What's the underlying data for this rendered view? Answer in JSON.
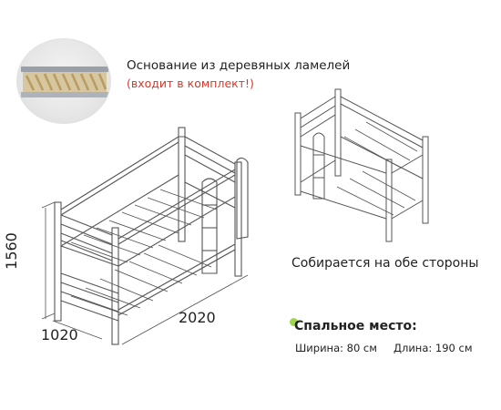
{
  "slats": {
    "line1": "Основание из деревяных ламелей",
    "line2": "(входит в комплект!)"
  },
  "reversible": "Собирается на обе стороны",
  "sleeping": {
    "title": "Спальное место:",
    "width": "Ширина: 80 см",
    "length": "Длина: 190 см"
  },
  "dimensions": {
    "height": "1560",
    "width": "1020",
    "length": "2020"
  },
  "colors": {
    "accent": "#d23a2a",
    "dot": "#9fd64c",
    "line": "#555555"
  }
}
